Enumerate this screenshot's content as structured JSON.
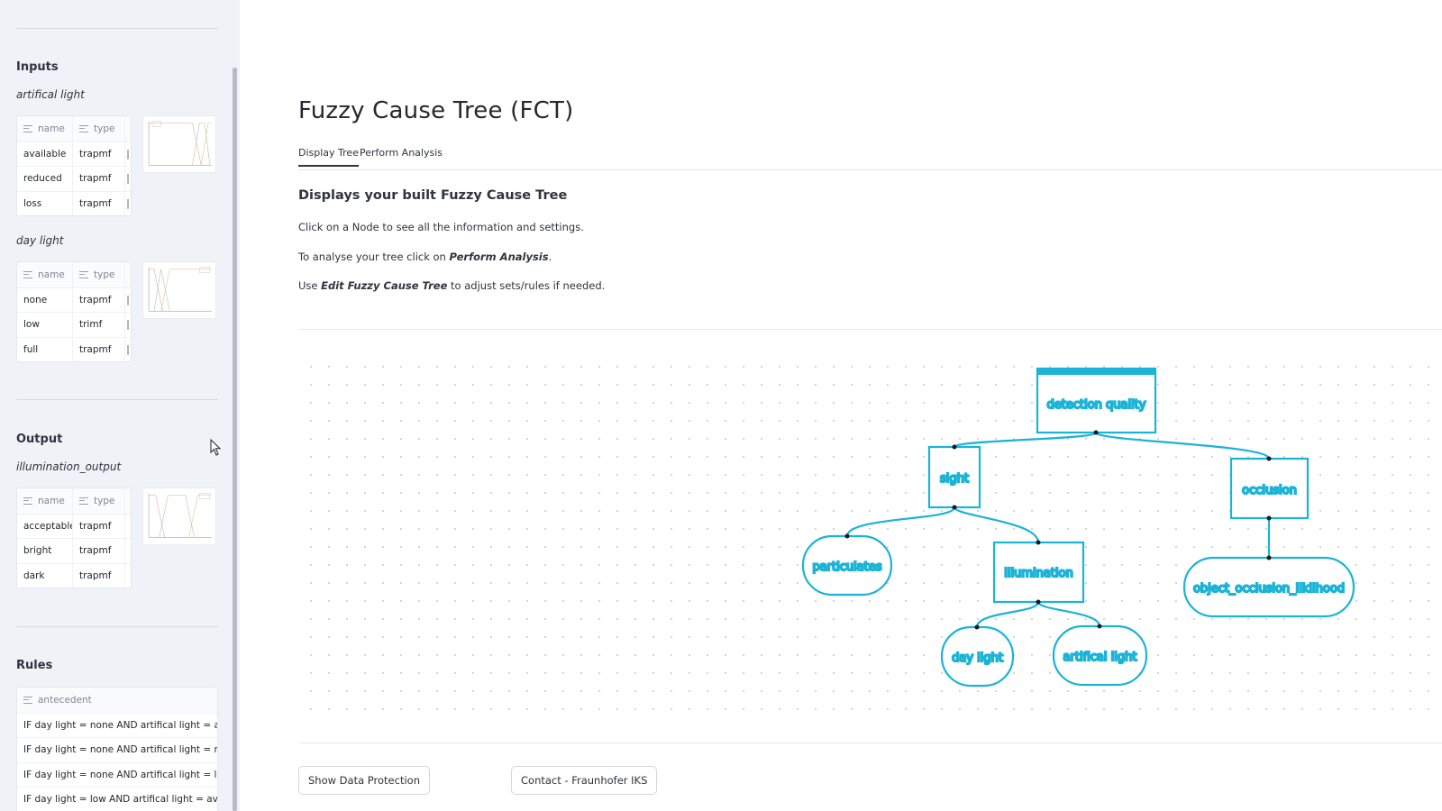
{
  "sidebar": {
    "inputs_heading": "Inputs",
    "output_heading": "Output",
    "rules_heading": "Rules",
    "table_headers": {
      "name": "name",
      "type": "type"
    },
    "inputs": [
      {
        "name": "artifical light",
        "sets": [
          {
            "name": "available",
            "type": "trapmf"
          },
          {
            "name": "reduced",
            "type": "trapmf"
          },
          {
            "name": "loss",
            "type": "trapmf"
          }
        ]
      },
      {
        "name": "day light",
        "sets": [
          {
            "name": "none",
            "type": "trapmf"
          },
          {
            "name": "low",
            "type": "trimf"
          },
          {
            "name": "full",
            "type": "trapmf"
          }
        ]
      }
    ],
    "output": {
      "name": "illumination_output",
      "sets": [
        {
          "name": "acceptable",
          "type": "trapmf"
        },
        {
          "name": "bright",
          "type": "trapmf"
        },
        {
          "name": "dark",
          "type": "trapmf"
        }
      ]
    },
    "rules": {
      "header": "antecedent",
      "rows": [
        "IF day light = none AND  artifical light = availab",
        "IF day light = none AND  artifical light = reduce",
        "IF day light = none AND  artifical light = loss",
        "IF day light = low AND  artifical light = availab"
      ]
    }
  },
  "main": {
    "title": "Fuzzy Cause Tree (FCT)",
    "tabs": [
      {
        "label": "Display Tree",
        "active": true
      },
      {
        "label": "Perform Analysis",
        "active": false
      }
    ],
    "heading": "Displays your built Fuzzy Cause Tree",
    "para1": "Click on a Node to see all the information and settings.",
    "para2_pre": "To analyse your tree click on ",
    "para2_em": "Perform Analysis",
    "para2_post": ".",
    "para3_pre": "Use ",
    "para3_em": "Edit Fuzzy Cause Tree",
    "para3_post": " to adjust sets/rules if needed."
  },
  "tree": {
    "accent_color": "#1bb3d6",
    "nodes": {
      "root": "detection quality",
      "sight": "sight",
      "occlusion": "occlusion",
      "particulates": "particulates",
      "illumination": "illumination",
      "object_occlusion": "object_occlusion_liklihood",
      "day_light": "day light",
      "artifical_light": "artifical light"
    }
  },
  "footer": {
    "data_protection": "Show Data Protection",
    "contact": "Contact - Fraunhofer IKS"
  }
}
